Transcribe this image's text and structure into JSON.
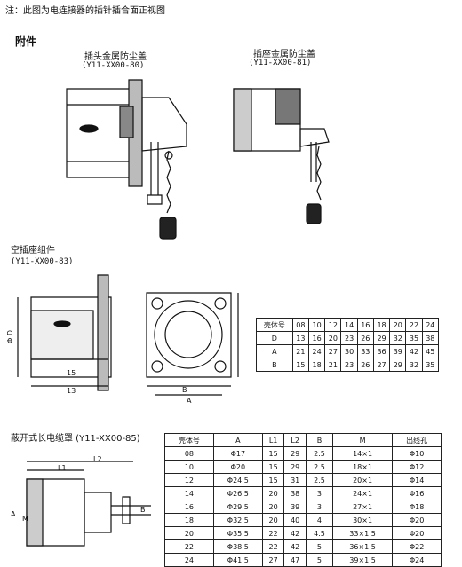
{
  "note": "注：此图为电连接器的插针插合面正视图",
  "section_title": "附件",
  "plug_cap": {
    "title": "插头金属防尘盖",
    "code": "(Y11-XX00-80)"
  },
  "socket_cap": {
    "title": "插座金属防尘盖",
    "code": "(Y11-XX00-81)"
  },
  "empty_socket": {
    "title": "空插座组件",
    "code": "(Y11-XX00-83)",
    "dims": {
      "d": "Φ D",
      "fifteen": "15",
      "thirteen": "13",
      "a": "A",
      "b": "B"
    }
  },
  "cable_cover": {
    "title": "蔽开式长电缆罩 (Y11-XX00-85)",
    "dims": {
      "l1": "L1",
      "l2": "L2",
      "a": "A",
      "m": "M",
      "b": "B"
    }
  },
  "table1": {
    "headers": [
      "壳体号",
      "08",
      "10",
      "12",
      "14",
      "16",
      "18",
      "20",
      "22",
      "24"
    ],
    "rows": [
      [
        "D",
        "13",
        "16",
        "20",
        "23",
        "26",
        "29",
        "32",
        "35",
        "38"
      ],
      [
        "A",
        "21",
        "24",
        "27",
        "30",
        "33",
        "36",
        "39",
        "42",
        "45"
      ],
      [
        "B",
        "15",
        "18",
        "21",
        "23",
        "26",
        "27",
        "29",
        "32",
        "35"
      ]
    ]
  },
  "table2": {
    "headers": [
      "壳体号",
      "A",
      "L1",
      "L2",
      "B",
      "M",
      "出线孔"
    ],
    "rows": [
      [
        "08",
        "Φ17",
        "15",
        "29",
        "2.5",
        "14×1",
        "Φ10"
      ],
      [
        "10",
        "Φ20",
        "15",
        "29",
        "2.5",
        "18×1",
        "Φ12"
      ],
      [
        "12",
        "Φ24.5",
        "15",
        "31",
        "2.5",
        "20×1",
        "Φ14"
      ],
      [
        "14",
        "Φ26.5",
        "20",
        "38",
        "3",
        "24×1",
        "Φ16"
      ],
      [
        "16",
        "Φ29.5",
        "20",
        "39",
        "3",
        "27×1",
        "Φ18"
      ],
      [
        "18",
        "Φ32.5",
        "20",
        "40",
        "4",
        "30×1",
        "Φ20"
      ],
      [
        "20",
        "Φ35.5",
        "22",
        "42",
        "4.5",
        "33×1.5",
        "Φ20"
      ],
      [
        "22",
        "Φ38.5",
        "22",
        "42",
        "5",
        "36×1.5",
        "Φ22"
      ],
      [
        "24",
        "Φ41.5",
        "27",
        "47",
        "5",
        "39×1.5",
        "Φ24"
      ]
    ]
  }
}
